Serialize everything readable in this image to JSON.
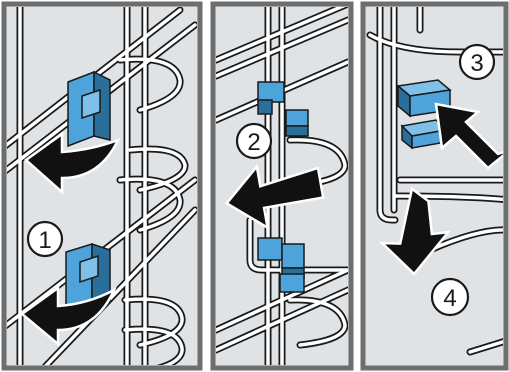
{
  "panels": [
    {
      "step_labels": [
        "1"
      ],
      "arrows": [
        "rotate-out-arrow",
        "rotate-out-arrow"
      ]
    },
    {
      "step_labels": [
        "2"
      ],
      "arrows": [
        "pull-left-arrow"
      ]
    },
    {
      "step_labels": [
        "3",
        "4"
      ],
      "arrows": [
        "push-in-arrow",
        "pull-down-arrow"
      ]
    }
  ],
  "colors": {
    "panel_bg": "#e0e3e6",
    "frame": "#6e6e6e",
    "wire_outline": "#1a1a1a",
    "wire_fill": "#ffffff",
    "clip_blue": "#4fa3db",
    "clip_dark": "#2a6f9a",
    "arrow": "#111111"
  },
  "icons": [
    "wire-rack",
    "rack-clip",
    "curved-arrow",
    "straight-arrow"
  ]
}
